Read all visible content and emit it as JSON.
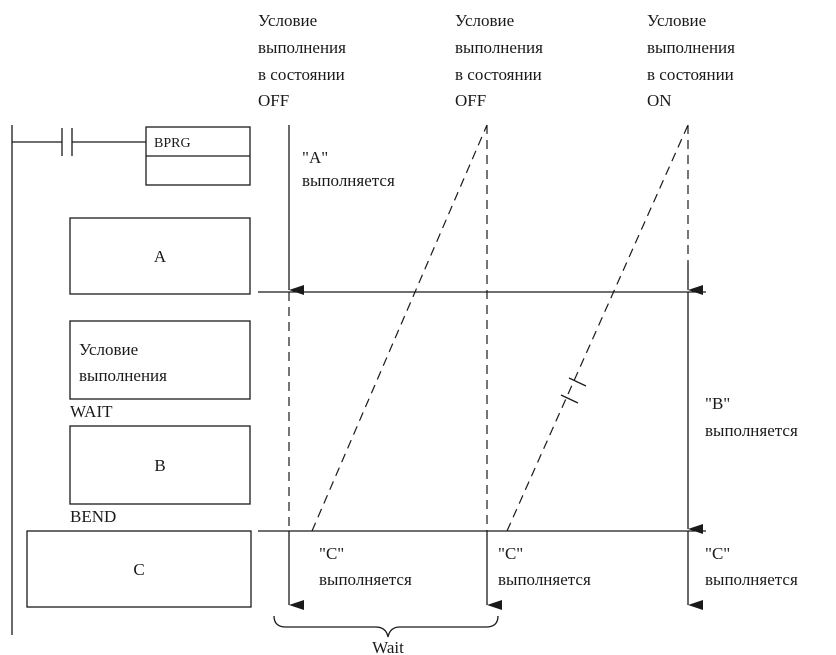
{
  "columns": [
    {
      "lines": [
        "Условие",
        "выполнения",
        "в состоянии",
        "OFF"
      ]
    },
    {
      "lines": [
        "Условие",
        "выполнения",
        "в состоянии",
        "OFF"
      ]
    },
    {
      "lines": [
        "Условие",
        "выполнения",
        "в состоянии",
        "ON"
      ]
    }
  ],
  "ladder": {
    "bprg": "BPRG",
    "block_a": "A",
    "condition_lines": [
      "Условие",
      "выполнения"
    ],
    "wait": "WAIT",
    "block_b": "B",
    "bend": "BEND",
    "block_c": "C"
  },
  "annotations": {
    "a_executes": [
      "\"A\"",
      "выполняется"
    ],
    "b_executes": [
      "\"B\"",
      "выполняется"
    ],
    "c_executes_1": [
      "\"C\"",
      "выполняется"
    ],
    "c_executes_2": [
      "\"C\"",
      "выполняется"
    ],
    "c_executes_3": [
      "\"C\"",
      "выполняется"
    ],
    "wait_brace": "Wait"
  }
}
